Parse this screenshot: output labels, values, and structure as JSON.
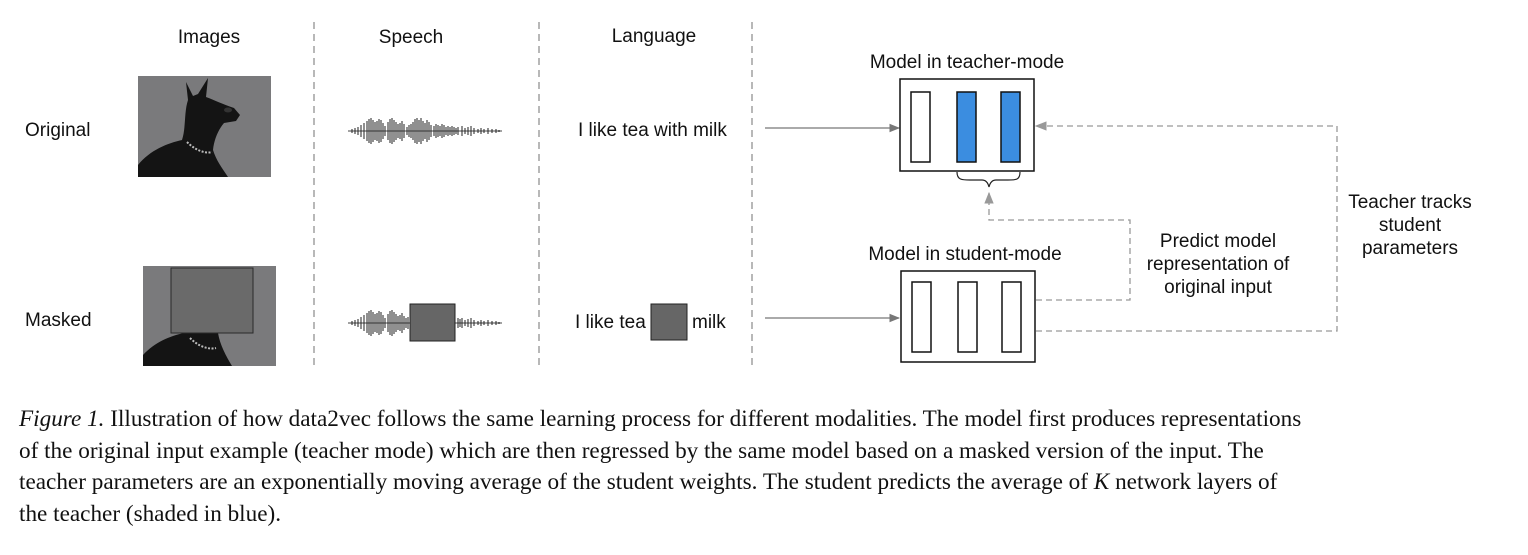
{
  "columns": {
    "images": "Images",
    "speech": "Speech",
    "language": "Language"
  },
  "rows": {
    "original": "Original",
    "masked": "Masked"
  },
  "language": {
    "original_sentence": "I like tea with milk",
    "masked_left": "I like tea",
    "masked_right": "milk"
  },
  "models": {
    "teacher_label": "Model in teacher-mode",
    "student_label": "Model in student-mode"
  },
  "annotations": {
    "predict": [
      "Predict model",
      "representation of",
      "original input"
    ],
    "tracks": [
      "Teacher tracks",
      "student",
      "parameters"
    ]
  },
  "colors": {
    "teacher_shaded": "#3b8de0",
    "mask_gray": "#666666",
    "image_bg": "#7a7a7c"
  },
  "caption": {
    "figure_label": "Figure 1.",
    "line1": " Illustration of how data2vec follows the same learning process for different modalities. The model first produces representations",
    "line2": "of the original input example (teacher mode) which are then regressed by the same model based on a masked version of the input. The",
    "line3a": "teacher parameters are an exponentially moving average of the student weights. The student predicts the average of ",
    "line3k": "K",
    "line3b": " network layers of",
    "line4": "the teacher (shaded in blue)."
  }
}
